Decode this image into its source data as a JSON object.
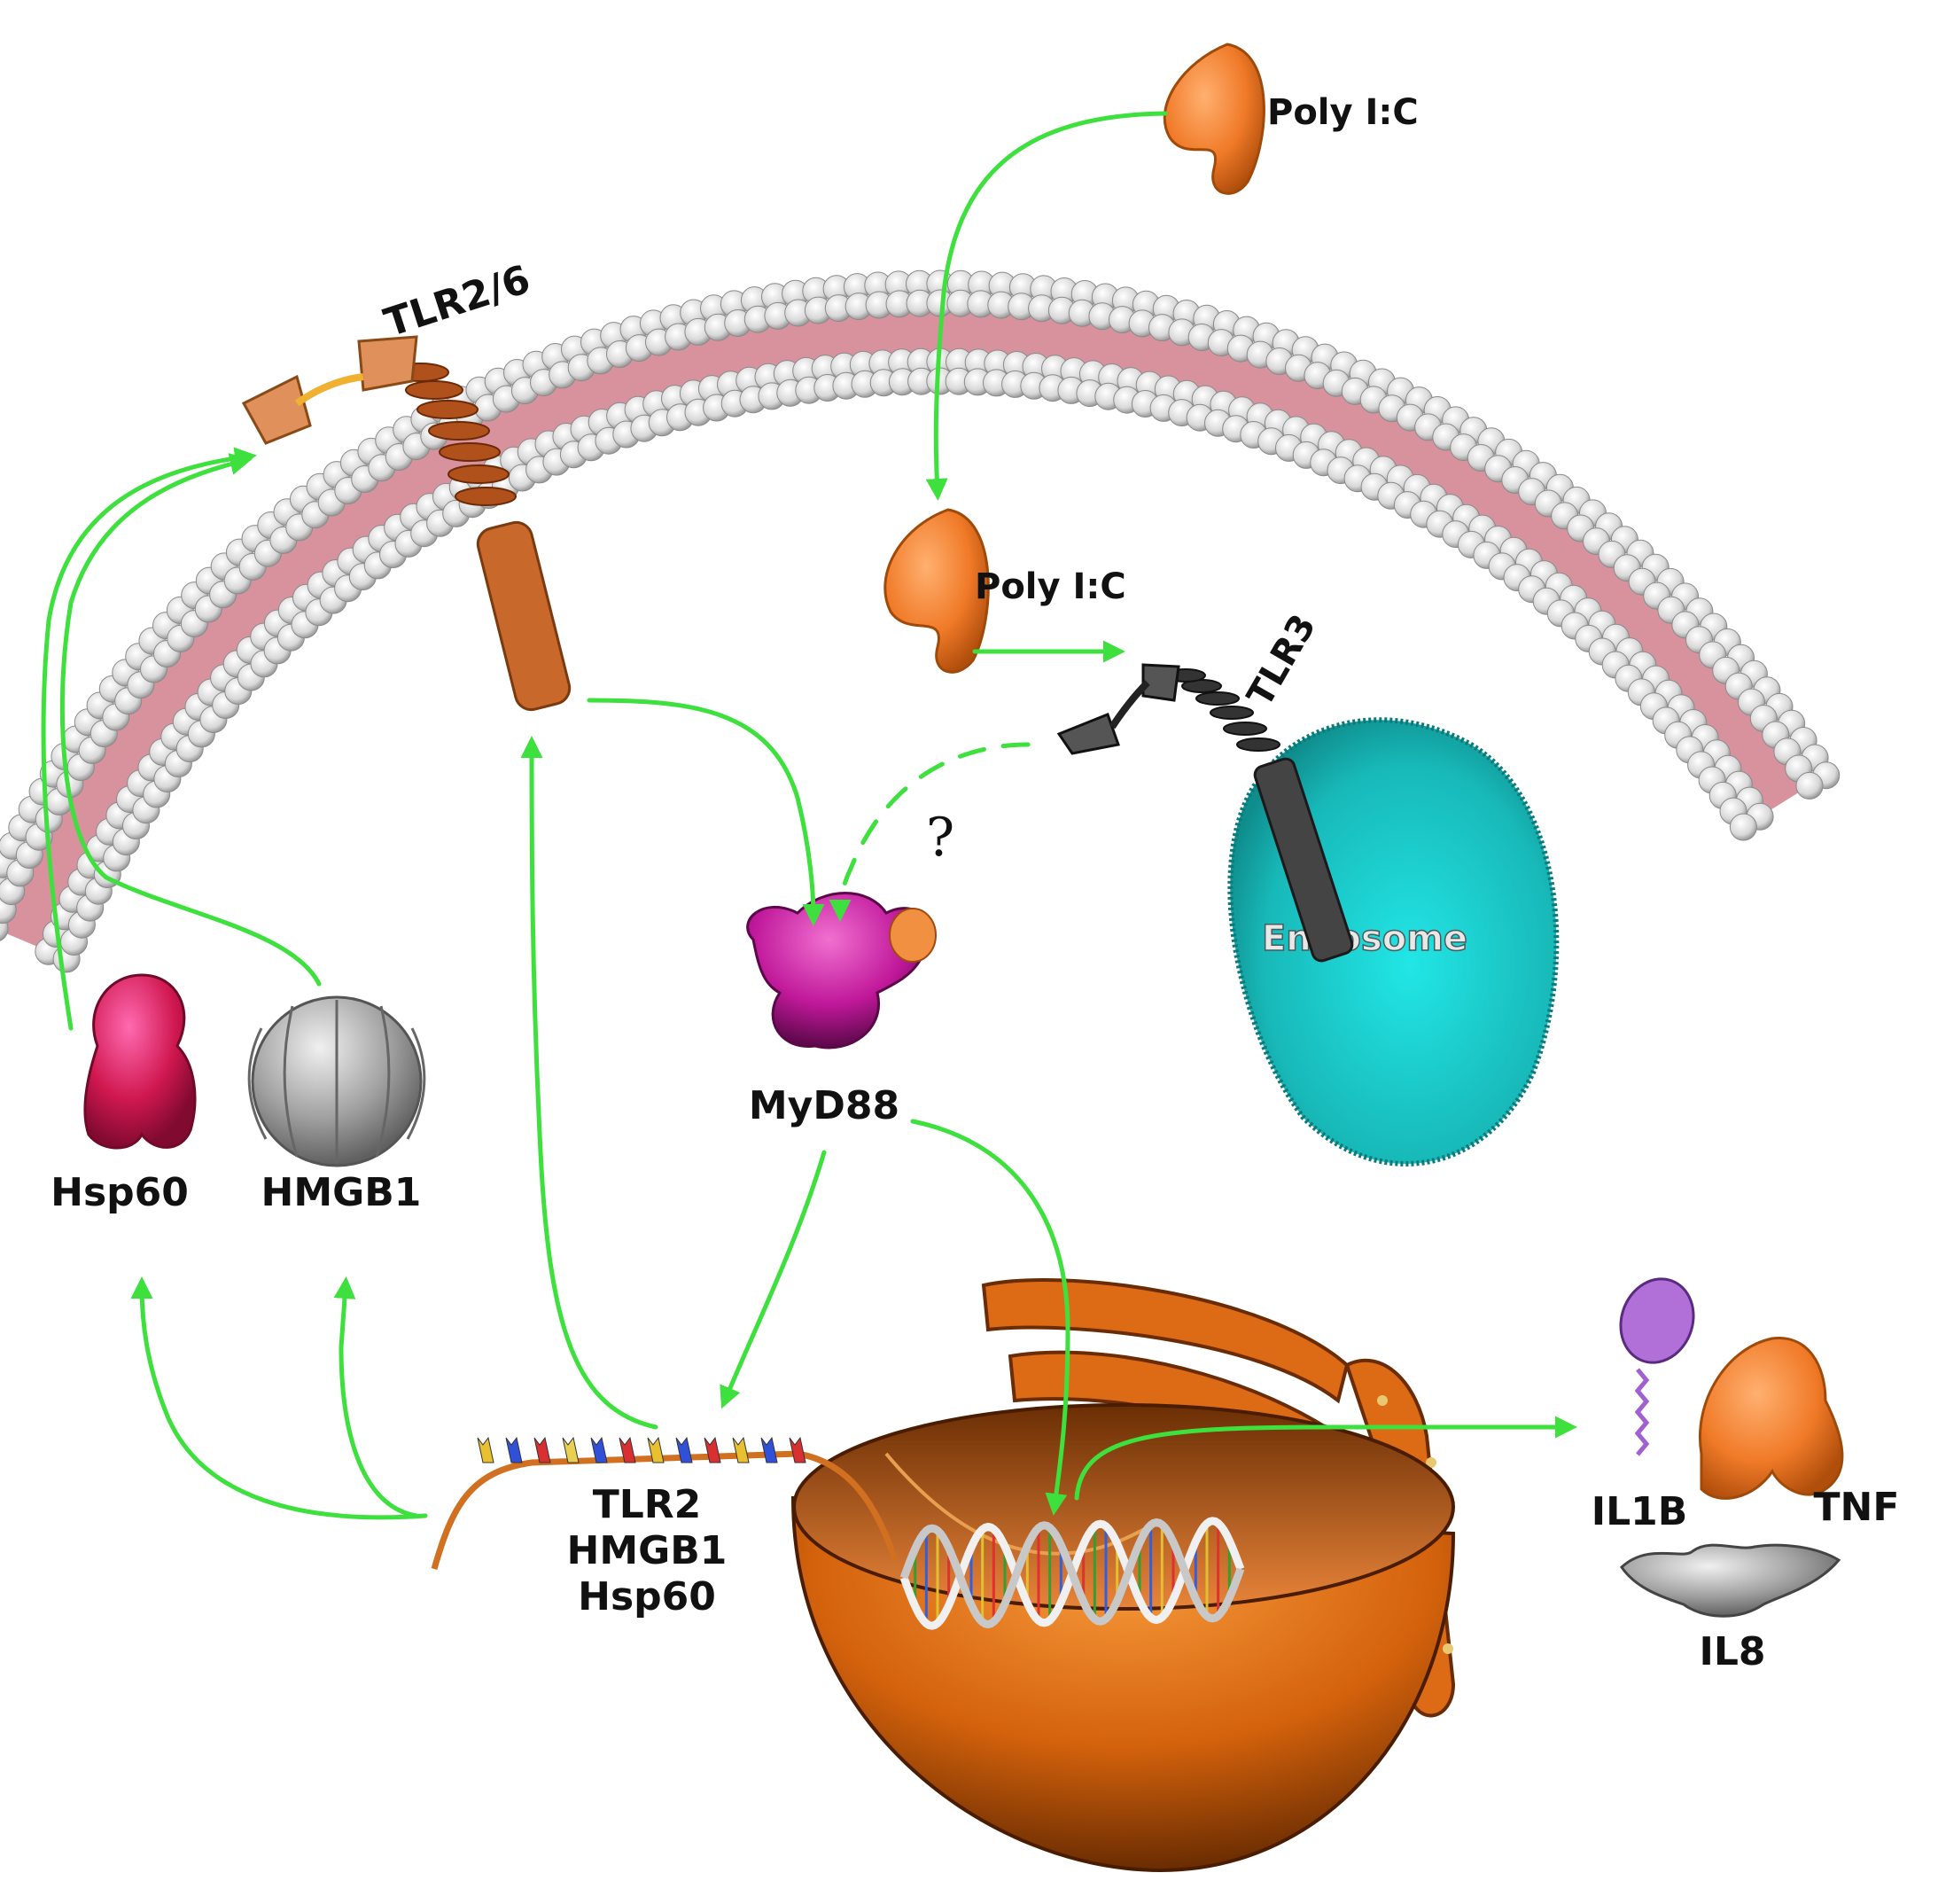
{
  "labels": {
    "poly_ic_outside": "Poly I:C",
    "poly_ic_inside": "Poly I:C",
    "tlr2_6": "TLR2/6",
    "tlr3": "TLR3",
    "endosome": "Endosome",
    "myd88": "MyD88",
    "question": "?",
    "hsp60": "Hsp60",
    "hmgb1": "HMGB1",
    "gene_line1": "TLR2",
    "gene_line2": "HMGB1",
    "gene_line3": "Hsp60",
    "il1b": "IL1B",
    "tnf": "TNF",
    "il8": "IL8"
  },
  "colors": {
    "arrow": "#3ee03e",
    "membrane_bead": "#e4e4e4",
    "membrane_core": "#b8384e",
    "endosome": "#1bc4c4",
    "poly_ic": "#f07a28",
    "myd88": "#c0189a",
    "hsp60": "#d01850",
    "hmgb1": "#9a9a9a",
    "nucleus": "#e26a10",
    "il1b": "#b070d8",
    "tnf": "#f08a20",
    "il8": "#9a9a9a"
  }
}
